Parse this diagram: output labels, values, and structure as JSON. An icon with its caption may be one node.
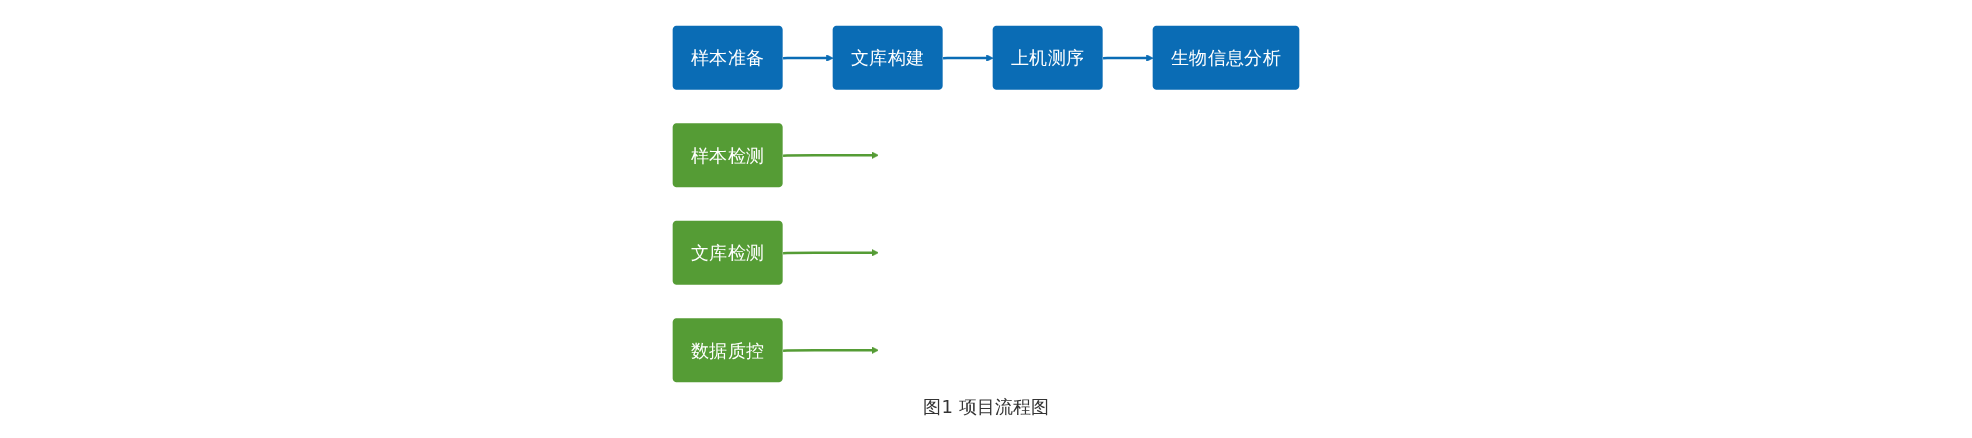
{
  "diagram": {
    "caption": "图1 项目流程图",
    "nodes": [
      {
        "text": [
          "样本检测"
        ]
      },
      {
        "text": [
          "文库检测"
        ]
      },
      {
        "text": [
          "数据质控"
        ]
      },
      {
        "text": [
          "样本准备"
        ]
      },
      {
        "text": [
          "文库构建"
        ]
      },
      {
        "text": [
          "上机测序"
        ]
      },
      {
        "text": [
          "生物信息分析"
        ]
      }
    ],
    "edges": [
      {
        "from": 3,
        "to": 4,
        "arrow": "to"
      },
      {
        "from": 4,
        "to": 5,
        "arrow": "to"
      },
      {
        "from": 5,
        "to": 6,
        "arrow": "to"
      },
      {
        "from": 0,
        "to": null,
        "arrow": "to",
        "color": "#559c35"
      },
      {
        "from": 1,
        "to": null,
        "arrow": "to",
        "color": "#559c35"
      },
      {
        "from": 2,
        "to": null,
        "arrow": "to",
        "color": "#559c35"
      }
    ]
  }
}
